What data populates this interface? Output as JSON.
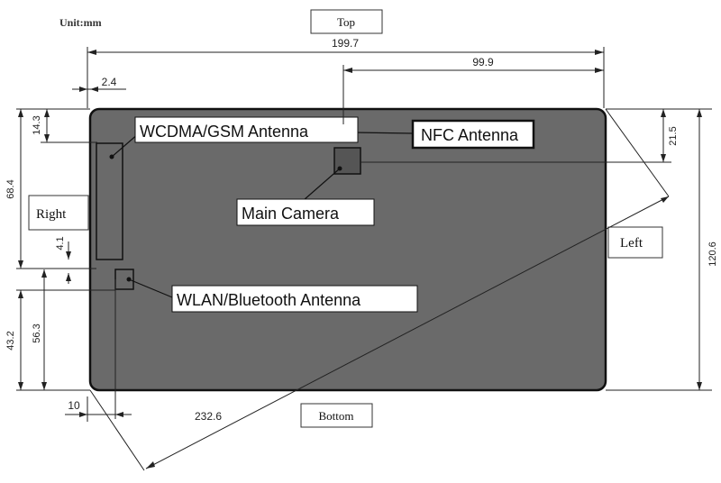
{
  "unit_label": "Unit:mm",
  "sides": {
    "top": "Top",
    "bottom": "Bottom",
    "left": "Left",
    "right": "Right"
  },
  "components": {
    "wcdma_gsm": "WCDMA/GSM Antenna",
    "nfc": "NFC Antenna",
    "main_camera": "Main Camera",
    "wlan_bt": "WLAN/Bluetooth Antenna"
  },
  "dimensions": {
    "overall_width": "199.7",
    "camera_offset": "99.9",
    "left_offset": "2.4",
    "top_offset": "14.3",
    "antenna_length": "68.4",
    "gap": "4.1",
    "wlan_from_bottom": "56.3",
    "bottom_offset": "43.2",
    "bottom_left": "10",
    "diagonal": "232.6",
    "nfc_from_top": "21.5",
    "overall_height": "120.6"
  },
  "colors": {
    "device_body": "#6a6a6a",
    "device_border": "#111111",
    "line": "#222222"
  }
}
